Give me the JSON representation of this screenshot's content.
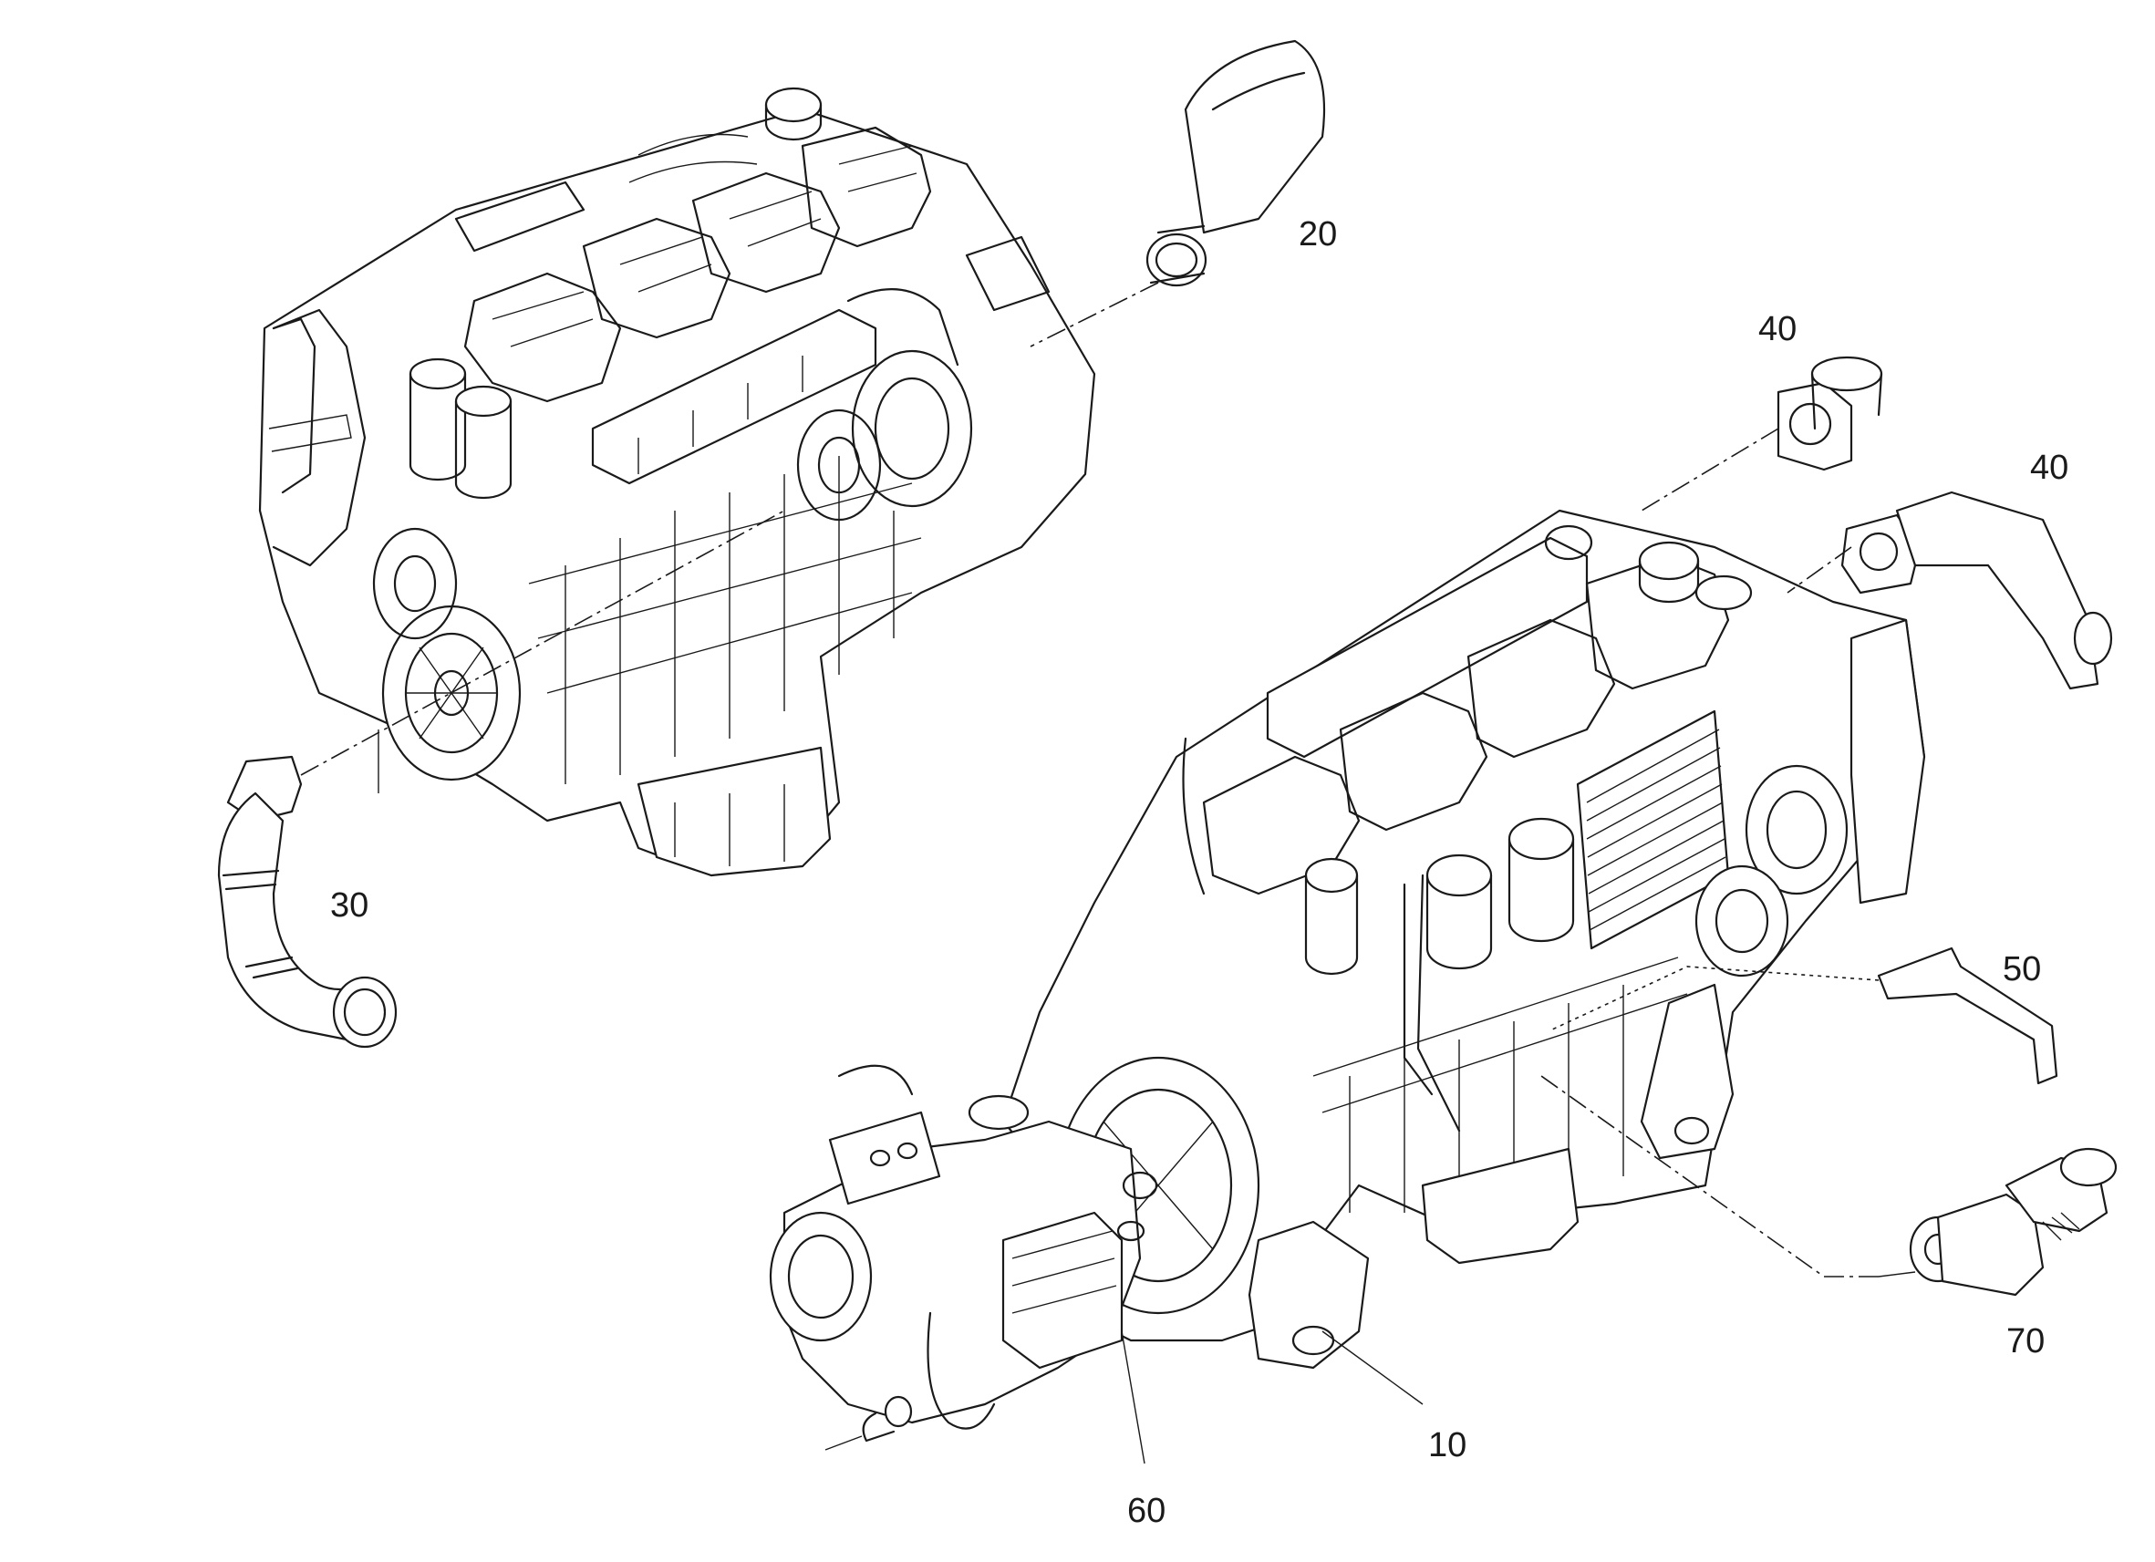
{
  "callouts": {
    "c10": "10",
    "c20": "20",
    "c30": "30",
    "c40a": "40",
    "c40b": "40",
    "c50": "50",
    "c60": "60",
    "c70": "70"
  },
  "colors": {
    "line": "#1a1a1a",
    "background": "#ffffff"
  }
}
